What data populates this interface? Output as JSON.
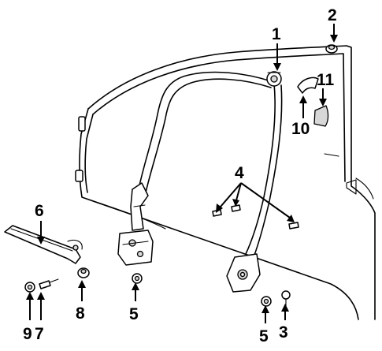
{
  "callouts": {
    "c1": "1",
    "c2": "2",
    "c3": "3",
    "c4": "4",
    "c5a": "5",
    "c5b": "5",
    "c6": "6",
    "c7": "7",
    "c8": "8",
    "c9": "9",
    "c10": "10",
    "c11": "11"
  }
}
